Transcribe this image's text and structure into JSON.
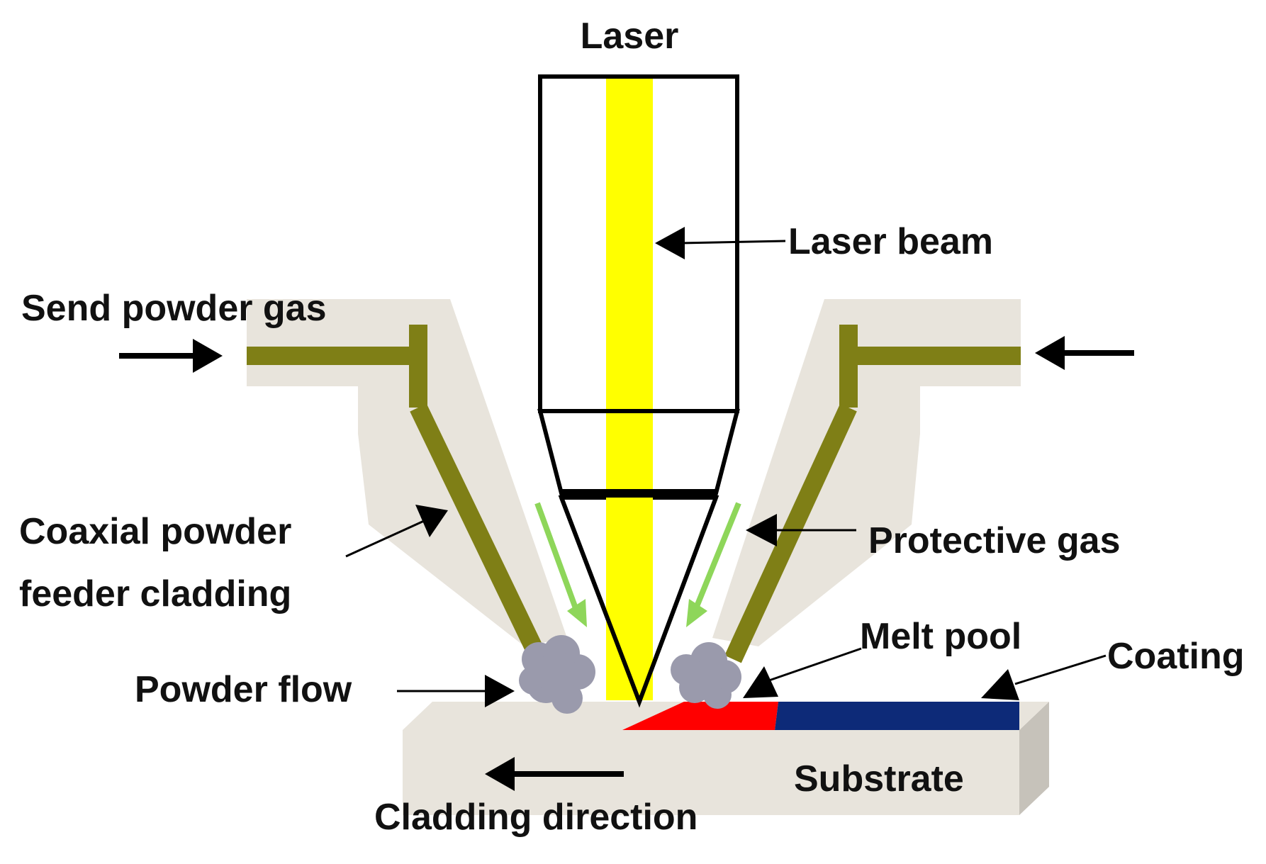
{
  "labels": {
    "laser": "Laser",
    "laser_beam": "Laser beam",
    "send_powder_gas": "Send powder gas",
    "coaxial_line1": "Coaxial  powder",
    "coaxial_line2": "feeder  cladding",
    "protective_gas": "Protective gas",
    "melt_pool": "Melt pool",
    "coating": "Coating",
    "powder_flow": "Powder flow",
    "substrate": "Substrate",
    "cladding_direction": "Cladding  direction"
  },
  "colors": {
    "laser_beam": "#ffff00",
    "nozzle_body": "#e8e4dc",
    "feed_tube": "#7f7f16",
    "protective_gas_arrow": "#8ed65a",
    "powder": "#9a9aac",
    "melt_pool": "#ff0000",
    "coating": "#0d2a78",
    "substrate_top": "#e8e4dc",
    "substrate_side": "#c6c2ba",
    "outline": "#000000"
  }
}
